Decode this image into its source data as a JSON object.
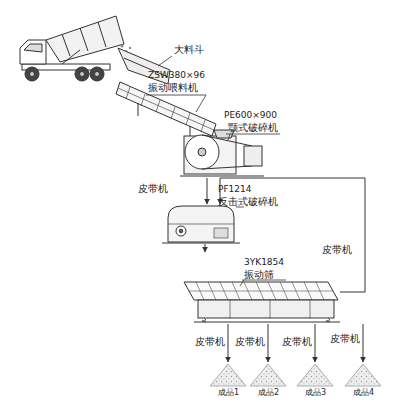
{
  "diagram": {
    "nodes": [
      {
        "text": [
          "大料斗"
        ]
      },
      {
        "text": [
          "ZSW380×96",
          "振动喂料机"
        ]
      },
      {
        "text": [
          "PE600×900",
          "颚式破碎机"
        ]
      },
      {
        "text": [
          "PF1214",
          "反击式破碎机"
        ]
      },
      {
        "text": [
          "3YK1854",
          "振动筛"
        ]
      },
      {
        "text": [
          "成品1"
        ]
      },
      {
        "text": [
          "成品2"
        ]
      },
      {
        "text": [
          "成品3"
        ]
      },
      {
        "text": [
          "成品4"
        ]
      }
    ],
    "edges": [
      {
        "from": 2,
        "to": 3,
        "arrow": "to",
        "label": "皮带机"
      },
      {
        "from": 3,
        "to": 4,
        "arrow": "to"
      },
      {
        "from": 4,
        "to": 3,
        "arrow": "to",
        "label": "皮带机"
      },
      {
        "from": 4,
        "to": 5,
        "arrow": "to",
        "label": "皮带机"
      },
      {
        "from": 4,
        "to": 6,
        "arrow": "to",
        "label": "皮带机"
      },
      {
        "from": 4,
        "to": 7,
        "arrow": "to",
        "label": "皮带机"
      },
      {
        "from": 4,
        "to": 8,
        "arrow": "to",
        "label": "皮带机"
      }
    ]
  }
}
